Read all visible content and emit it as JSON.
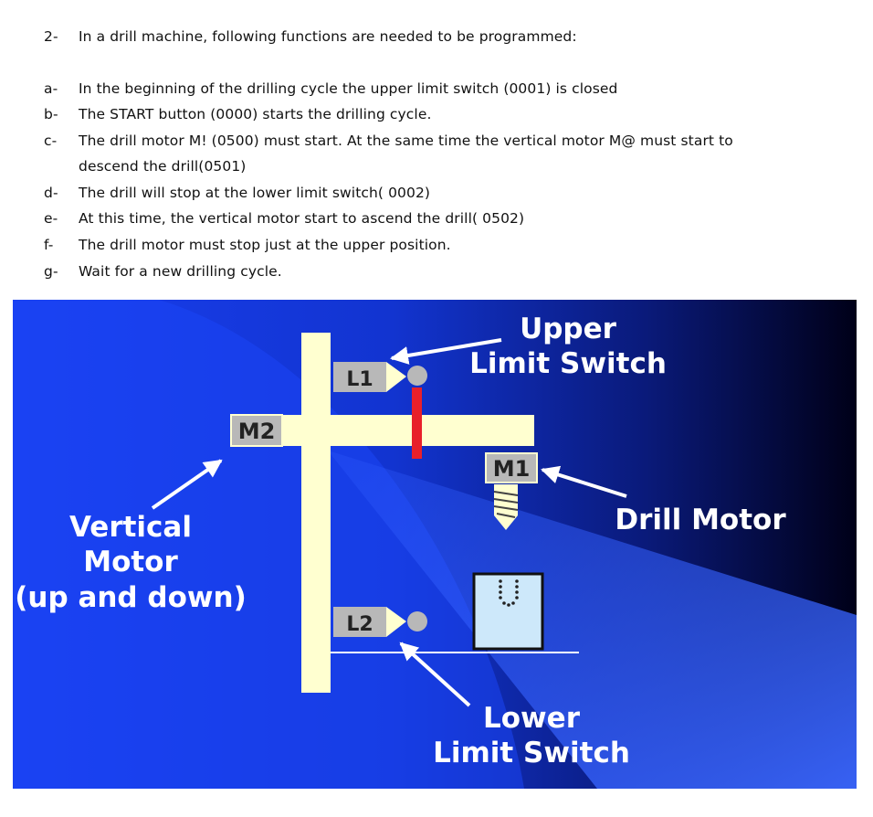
{
  "question": {
    "number": "2-",
    "intro": "In a drill machine, following functions are needed to be programmed:",
    "items": [
      {
        "marker": "a-",
        "text": "In the beginning of the drilling cycle the upper limit switch (0001) is closed"
      },
      {
        "marker": "b-",
        "text": "The START button (0000) starts the drilling cycle."
      },
      {
        "marker": "c-",
        "text": "The drill motor M! (0500) must start. At the same time the vertical motor M@ must start to",
        "continuation": "descend the drill(0501)"
      },
      {
        "marker": "d-",
        "text": "The drill will stop at the lower limit switch( 0002)"
      },
      {
        "marker": "e-",
        "text": "At this time, the vertical motor start to ascend the drill( 0502)"
      },
      {
        "marker": "f-",
        "text": "The drill motor must stop just at the upper position."
      },
      {
        "marker": "g-",
        "text": "Wait for a new drilling cycle."
      }
    ]
  },
  "diagram": {
    "labels": {
      "upper_limit_switch_line1": "Upper",
      "upper_limit_switch_line2": "Limit Switch",
      "lower_limit_switch_line1": "Lower",
      "lower_limit_switch_line2": "Limit Switch",
      "drill_motor": "Drill Motor",
      "vertical_motor_line1": "Vertical",
      "vertical_motor_line2": "Motor",
      "vertical_motor_line3": "(up and down)"
    },
    "components": {
      "l1": "L1",
      "l2": "L2",
      "m1": "M1",
      "m2": "M2"
    },
    "colors": {
      "background_dark": "#000022",
      "background_blue": "#1438e0",
      "frame": "#ffffd0",
      "rod": "#e8202a",
      "workpiece": "#cde8fa",
      "label_box": "#b8b8b8"
    }
  }
}
